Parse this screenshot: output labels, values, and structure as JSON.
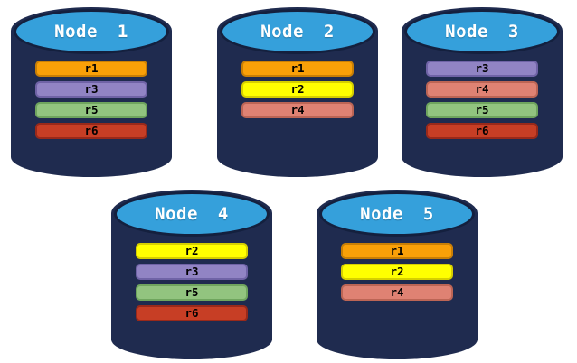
{
  "diagram": {
    "description_colors": {
      "canvas_background": "#ffffff",
      "cylinder_body": "#1f2b4f",
      "cylinder_top": "#35a0db",
      "cylinder_outline": "#14203e",
      "title_text": "#ffffff",
      "bar_text": "#000000"
    }
  },
  "palette": {
    "r1": {
      "fill": "#f9a008",
      "border": "#c97f05"
    },
    "r2": {
      "fill": "#ffff00",
      "border": "#d6cf00"
    },
    "r3": {
      "fill": "#9184c4",
      "border": "#6f63a6"
    },
    "r4": {
      "fill": "#df8273",
      "border": "#bc6555"
    },
    "r5": {
      "fill": "#92c47f",
      "border": "#6fa55e"
    },
    "r6": {
      "fill": "#c73e25",
      "border": "#99291a"
    }
  },
  "nodes": [
    {
      "label": "Node 1",
      "replicas": [
        "r1",
        "r3",
        "r5",
        "r6"
      ]
    },
    {
      "label": "Node 2",
      "replicas": [
        "r1",
        "r2",
        "r4"
      ]
    },
    {
      "label": "Node 3",
      "replicas": [
        "r3",
        "r4",
        "r5",
        "r6"
      ]
    },
    {
      "label": "Node 4",
      "replicas": [
        "r2",
        "r3",
        "r5",
        "r6"
      ]
    },
    {
      "label": "Node 5",
      "replicas": [
        "r1",
        "r2",
        "r4"
      ]
    }
  ]
}
